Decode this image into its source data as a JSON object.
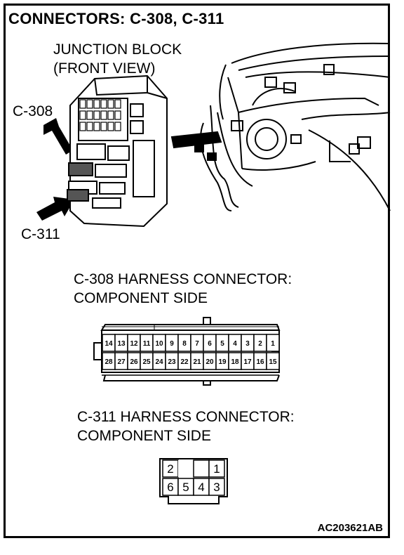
{
  "title": "CONNECTORS: C-308, C-311",
  "junction_block": {
    "line1": "JUNCTION BLOCK",
    "line2": "(FRONT VIEW)"
  },
  "callouts": {
    "upper": "C-308",
    "lower": "C-311"
  },
  "c308": {
    "heading_line1": "C-308 HARNESS CONNECTOR:",
    "heading_line2": "COMPONENT SIDE",
    "top_row": [
      "14",
      "13",
      "12",
      "11",
      "10",
      "9",
      "8",
      "7",
      "6",
      "5",
      "4",
      "3",
      "2",
      "1"
    ],
    "bottom_row": [
      "28",
      "27",
      "26",
      "25",
      "24",
      "23",
      "22",
      "21",
      "20",
      "19",
      "18",
      "17",
      "16",
      "15"
    ]
  },
  "c311": {
    "heading_line1": "C-311 HARNESS CONNECTOR:",
    "heading_line2": "COMPONENT SIDE",
    "top_row": [
      "2",
      "",
      "",
      "1"
    ],
    "bottom_row": [
      "6",
      "5",
      "4",
      "3"
    ]
  },
  "reference_code": "AC203621AB"
}
